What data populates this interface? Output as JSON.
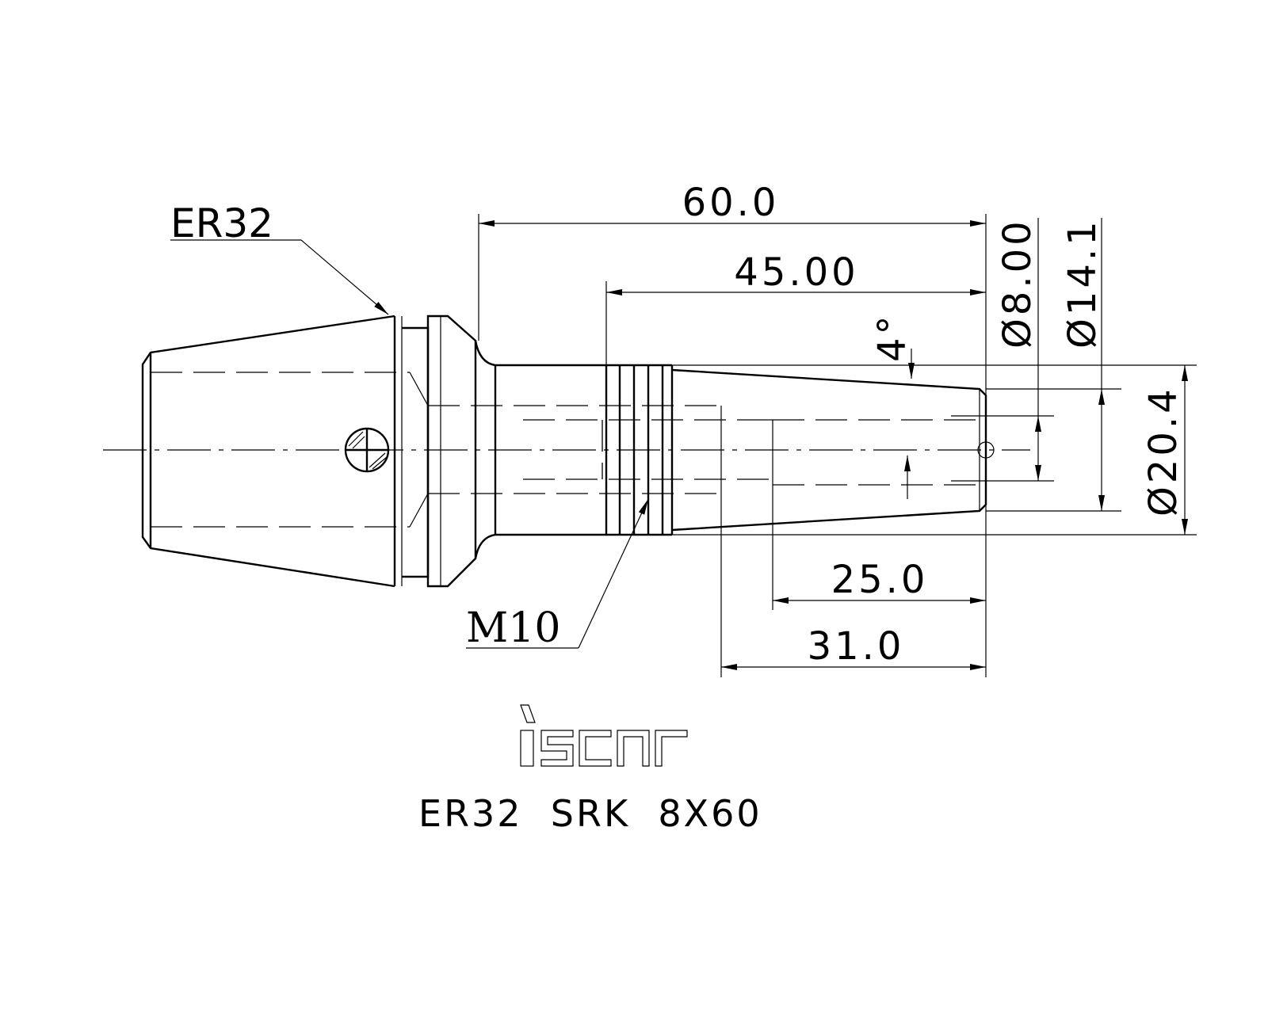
{
  "dimensions": {
    "overall_length": "60.0",
    "taper_length": "45.00",
    "bore_depth": "25.0",
    "bore_total_depth": "31.0",
    "bore_diameter": "Ø8.00",
    "nose_diameter": "Ø14.1",
    "body_diameter": "Ø20.4",
    "taper_angle": "4°"
  },
  "labels": {
    "collet": "ER32",
    "thread": "M10"
  },
  "logo": {
    "brand": "iscar"
  },
  "model_name": "ER32  SRK  8X60",
  "colors": {
    "line": "#000000",
    "background": "#ffffff"
  }
}
